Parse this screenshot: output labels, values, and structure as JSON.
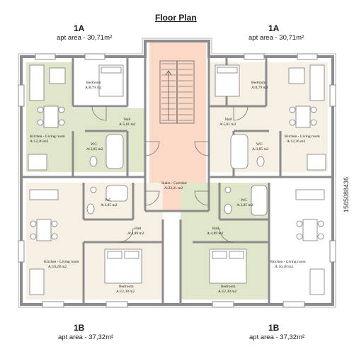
{
  "header": {
    "title": "Floor Plan"
  },
  "apartments": {
    "top_left": {
      "name": "1A",
      "area": "apt area - 30,71m²"
    },
    "top_right": {
      "name": "1A",
      "area": "apt area - 30,71m²"
    },
    "bottom_left": {
      "name": "1B",
      "area": "apt area - 37,32m²"
    },
    "bottom_right": {
      "name": "1B",
      "area": "apt area - 37,32m²"
    }
  },
  "rooms": {
    "tl_bedroom": {
      "name": "Bedroom",
      "area": "A:8,79 m2"
    },
    "tl_hall": {
      "name": "Hall",
      "area": "A:5,81 m2"
    },
    "tl_kitchen": {
      "name": "Kitchen - Living room",
      "area": "A:12,26 m2"
    },
    "tl_wc": {
      "name": "WC",
      "area": "A:3,85 m2"
    },
    "tr_bedroom": {
      "name": "Bedroom",
      "area": "A:8,79 m2"
    },
    "tr_hall": {
      "name": "Hall",
      "area": "A:5,81 m2"
    },
    "tr_kitchen": {
      "name": "Kitchen - Living room",
      "area": "A:12,26 m2"
    },
    "tr_wc": {
      "name": "WC",
      "area": "A:3,85 m2"
    },
    "stairs": {
      "name": "Stairs - Corridor",
      "area": "A:23,21 m2"
    },
    "bl_wc": {
      "name": "WC",
      "area": "A:3,85 m2"
    },
    "bl_hall": {
      "name": "Hall",
      "area": "A:4,89 m2"
    },
    "bl_kitchen": {
      "name": "Kitchen - Living room",
      "area": "A:16,28 m2"
    },
    "bl_bedroom": {
      "name": "Bedroom",
      "area": "A:12,30 m2"
    },
    "br_wc": {
      "name": "WC",
      "area": "A:3,85 m2"
    },
    "br_hall": {
      "name": "Hall",
      "area": "A:4,89 m2"
    },
    "br_kitchen": {
      "name": "Kitchen - Living room",
      "area": "A:16,28 m2"
    },
    "br_bedroom": {
      "name": "Bedroom",
      "area": "A:12,30 m2"
    }
  },
  "watermark": "1565088436",
  "colors": {
    "green_fill": "#dfe6c9",
    "beige_fill": "#f6efe3",
    "stairs_fill": "#fbd9c6",
    "wall": "#8c8c8c"
  }
}
